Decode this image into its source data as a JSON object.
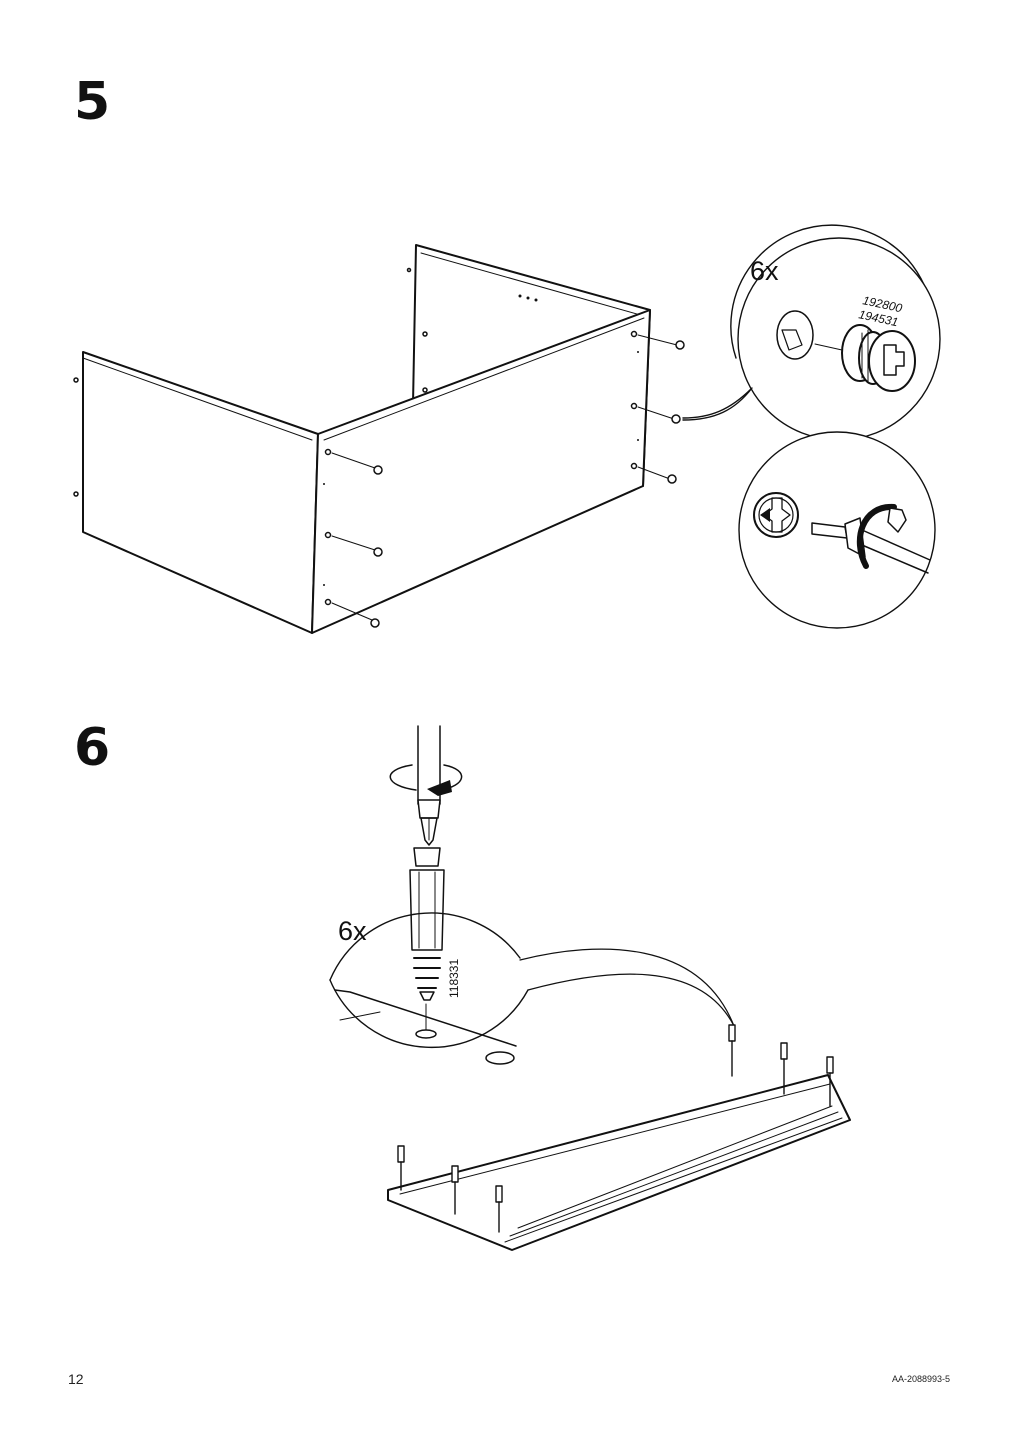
{
  "steps": [
    {
      "number": "5",
      "callouts": {
        "quantity": "6x",
        "part_number_1": "192800",
        "part_number_2": "194531"
      }
    },
    {
      "number": "6",
      "callouts": {
        "quantity": "6x",
        "part_number": "118331"
      }
    }
  ],
  "footer": {
    "page_number": "12",
    "document_code": "AA-2088993-5"
  },
  "colors": {
    "line": "#111111",
    "background": "#ffffff"
  }
}
